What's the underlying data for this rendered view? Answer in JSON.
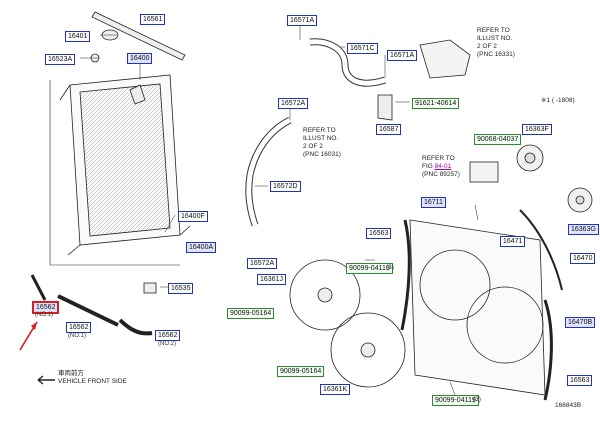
{
  "labels": {
    "l16561": "16561",
    "l16401": "16401",
    "l16523A": "16523A",
    "l16400": "16400",
    "l16571A_top": "16571A",
    "l16571C": "16571C",
    "l16571A_mid": "16571A",
    "l16572A_top": "16572A",
    "l91621": "91621-40614",
    "l16587": "16587",
    "l16572D": "16572D",
    "l90068": "90068-04037",
    "l16363F": "16363F",
    "l16400F": "16400F",
    "l16400A": "16400A",
    "l16711": "16711",
    "l16363G": "16363G",
    "l16563_top": "16563",
    "l16471": "16471",
    "l16470": "16470",
    "l16572A_bot": "16572A",
    "l16361J": "16361J",
    "l90099_04119_a": "90099-04119",
    "l16535": "16535",
    "l16562_sel": "16562",
    "l16562_mid": "16562",
    "l16562_right": "16562",
    "l90099_05164_a": "90099-05164",
    "l16470B": "16470B",
    "l90099_05164_b": "90099-05164",
    "l16361K": "16361K",
    "l16563_bot": "16563",
    "l90099_04119_b": "90099-04119"
  },
  "notes": {
    "no1": "(NO.1)",
    "no2": "(NO.2)",
    "sel_sub": "(NO.1)",
    "paren3a": "(3)",
    "paren3b": "(3)",
    "year_range": "※1 (   -1808)",
    "code": "166843B"
  },
  "refs": {
    "ref1_l1": "REFER TO",
    "ref1_l2": "ILLUST NO.",
    "ref1_l3": "2 OF 2",
    "ref1_l4": "(PNC 16331)",
    "ref2_l1": "REFER TO",
    "ref2_l2": "ILLUST NO.",
    "ref2_l3": "2 OF 2",
    "ref2_l4": "(PNC 16031)",
    "ref3_l1": "REFER TO",
    "ref3_l2a": "FIG ",
    "ref3_link": "84-01",
    "ref3_l3": "(PNC 89257)"
  },
  "front": {
    "jp": "車両前方",
    "en": "VEHICLE FRONT SIDE"
  },
  "colors": {
    "label_border": "#2233bb",
    "label_fill_highlight": "#dfe3ff",
    "green_border": "#2f8a2f",
    "selected": "#d81e1e",
    "link": "#b000b0",
    "line": "#222222"
  }
}
